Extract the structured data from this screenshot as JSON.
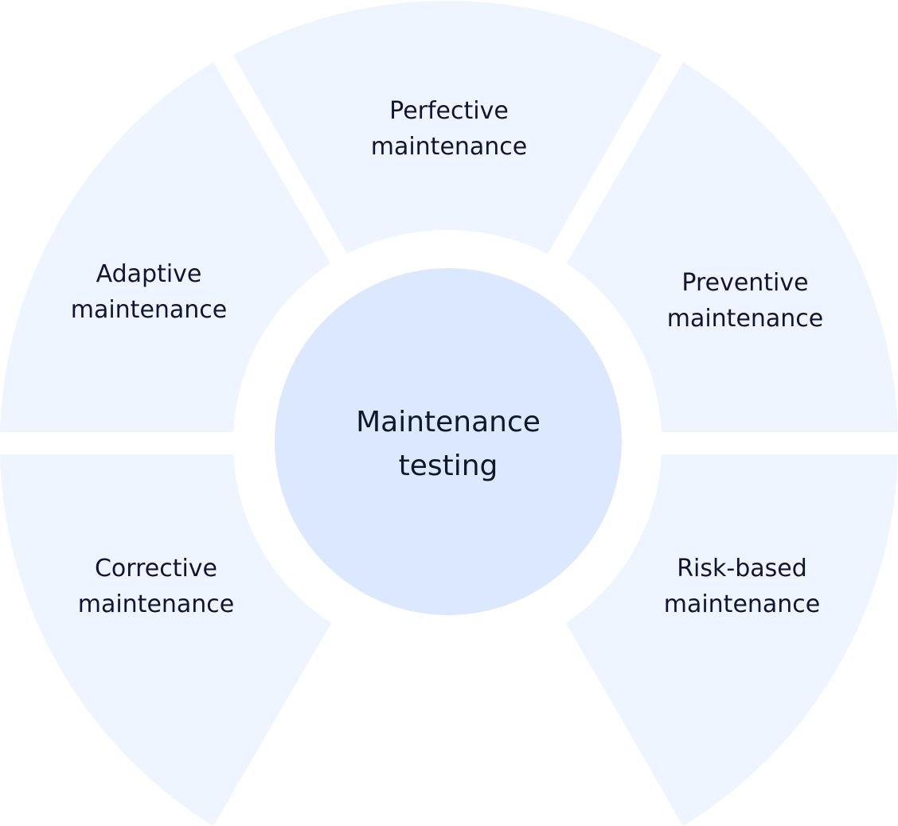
{
  "center": {
    "label_line1": "Maintenance",
    "label_line2": "testing"
  },
  "segments": [
    {
      "line1": "Perfective",
      "line2": "maintenance"
    },
    {
      "line1": "Preventive",
      "line2": "maintenance"
    },
    {
      "line1": "Risk-based",
      "line2": "maintenance"
    },
    {
      "line1": "Corrective",
      "line2": "maintenance"
    },
    {
      "line1": "Adaptive",
      "line2": "maintenance"
    }
  ],
  "colors": {
    "segment_fill": "#eef5fe",
    "center_fill": "#dbe8fd",
    "text": "#0f1730",
    "background": "#ffffff"
  }
}
